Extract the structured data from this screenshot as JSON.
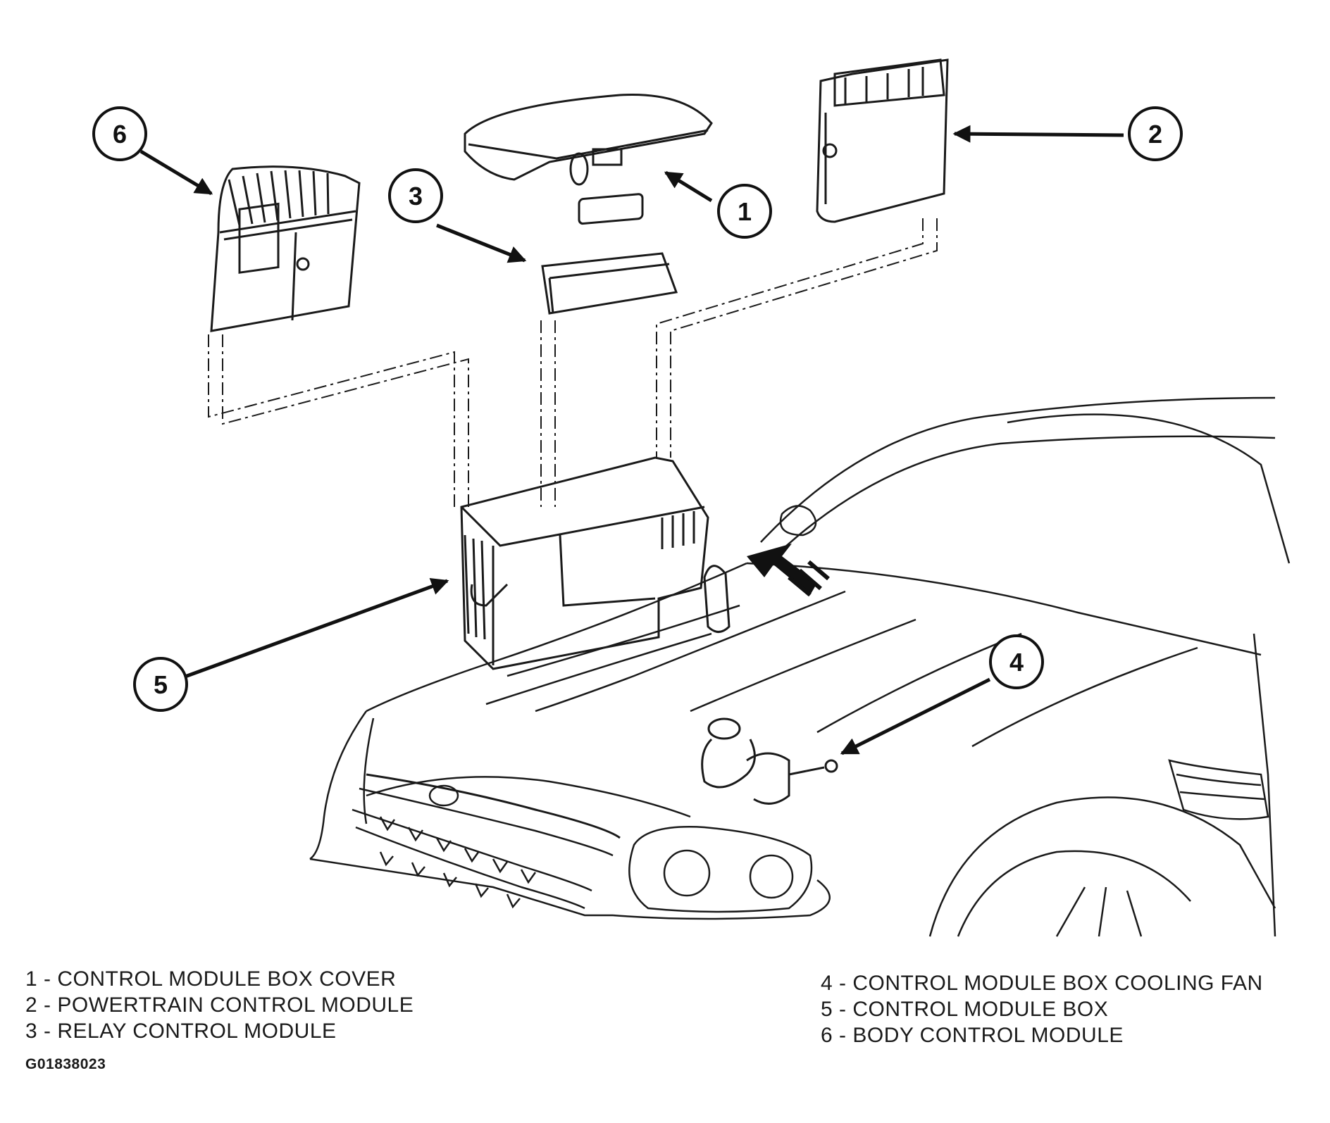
{
  "callouts": [
    {
      "number": "1",
      "label": "CONTROL MODULE BOX COVER"
    },
    {
      "number": "2",
      "label": "POWERTRAIN CONTROL MODULE"
    },
    {
      "number": "3",
      "label": "RELAY CONTROL MODULE"
    },
    {
      "number": "4",
      "label": "CONTROL MODULE BOX COOLING FAN"
    },
    {
      "number": "5",
      "label": "CONTROL MODULE BOX"
    },
    {
      "number": "6",
      "label": "BODY CONTROL MODULE"
    }
  ],
  "legend": {
    "left": [
      "1 - CONTROL MODULE BOX COVER",
      "2 - POWERTRAIN CONTROL MODULE",
      "3 - RELAY CONTROL MODULE"
    ],
    "right": [
      "4 - CONTROL MODULE BOX COOLING FAN",
      "5 - CONTROL MODULE BOX",
      "6 - BODY CONTROL MODULE"
    ]
  },
  "figure_id": "G01838023",
  "colors": {
    "ink": "#1a1a1a",
    "background": "#ffffff"
  }
}
